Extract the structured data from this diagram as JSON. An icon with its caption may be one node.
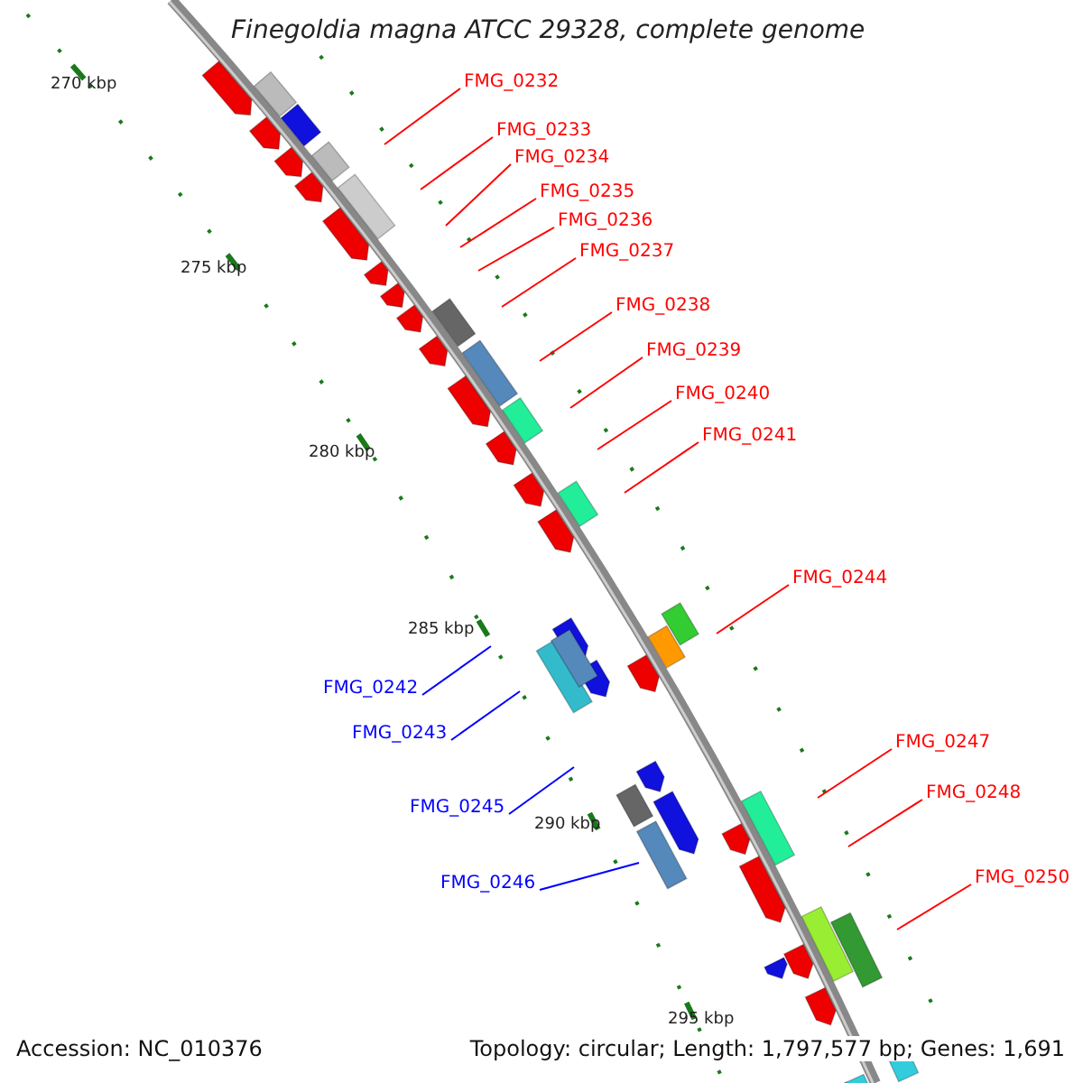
{
  "diagram": {
    "title": "Finegoldia magna ATCC 29328, complete genome",
    "nodes": [
      {
        "text": [
          "FMG_0232"
        ]
      },
      {
        "text": [
          "FMG_0233"
        ]
      },
      {
        "text": [
          "FMG_0234"
        ]
      },
      {
        "text": [
          "FMG_0235"
        ]
      },
      {
        "text": [
          "FMG_0236"
        ]
      },
      {
        "text": [
          "FMG_0237"
        ]
      },
      {
        "text": [
          "FMG_0238"
        ]
      },
      {
        "text": [
          "FMG_0239"
        ]
      },
      {
        "text": [
          "FMG_0240"
        ]
      },
      {
        "text": [
          "FMG_0241"
        ]
      },
      {
        "text": [
          "FMG_0244"
        ]
      },
      {
        "text": [
          "FMG_0242"
        ]
      },
      {
        "text": [
          "FMG_0243"
        ]
      },
      {
        "text": [
          "FMG_0247"
        ]
      },
      {
        "text": [
          "FMG_0248"
        ]
      },
      {
        "text": [
          "FMG_0245"
        ]
      },
      {
        "text": [
          "FMG_0246"
        ]
      },
      {
        "text": [
          "FMG_0250"
        ]
      }
    ],
    "edges": [
      {
        "from": 0,
        "to": null,
        "arrow": "none"
      },
      {
        "from": 1,
        "to": null,
        "arrow": "none"
      },
      {
        "from": 2,
        "to": null,
        "arrow": "none"
      },
      {
        "from": 3,
        "to": null,
        "arrow": "none"
      },
      {
        "from": 4,
        "to": null,
        "arrow": "none"
      },
      {
        "from": 5,
        "to": null,
        "arrow": "none"
      },
      {
        "from": 6,
        "to": null,
        "arrow": "none"
      },
      {
        "from": 7,
        "to": null,
        "arrow": "none"
      },
      {
        "from": 8,
        "to": null,
        "arrow": "none"
      },
      {
        "from": 9,
        "to": null,
        "arrow": "none"
      },
      {
        "from": 10,
        "to": null,
        "arrow": "none"
      },
      {
        "from": 11,
        "to": null,
        "arrow": "none",
        "color": "#0000ff"
      },
      {
        "from": 12,
        "to": null,
        "arrow": "none",
        "color": "#0000ff"
      },
      {
        "from": 13,
        "to": null,
        "arrow": "none"
      },
      {
        "from": 14,
        "to": null,
        "arrow": "none"
      },
      {
        "from": 15,
        "to": null,
        "arrow": "none",
        "color": "#0000ff"
      },
      {
        "from": 16,
        "to": null,
        "arrow": "none",
        "color": "#0000ff"
      },
      {
        "from": 17,
        "to": null,
        "arrow": "none"
      }
    ],
    "labels": [
      "270 kbp",
      "275 kbp",
      "280 kbp",
      "285 kbp",
      "290 kbp",
      "295 kbp",
      "Accession: NC_010376",
      "Topology: circular; Length: 1,797,577 bp; Genes: 1,691"
    ]
  }
}
